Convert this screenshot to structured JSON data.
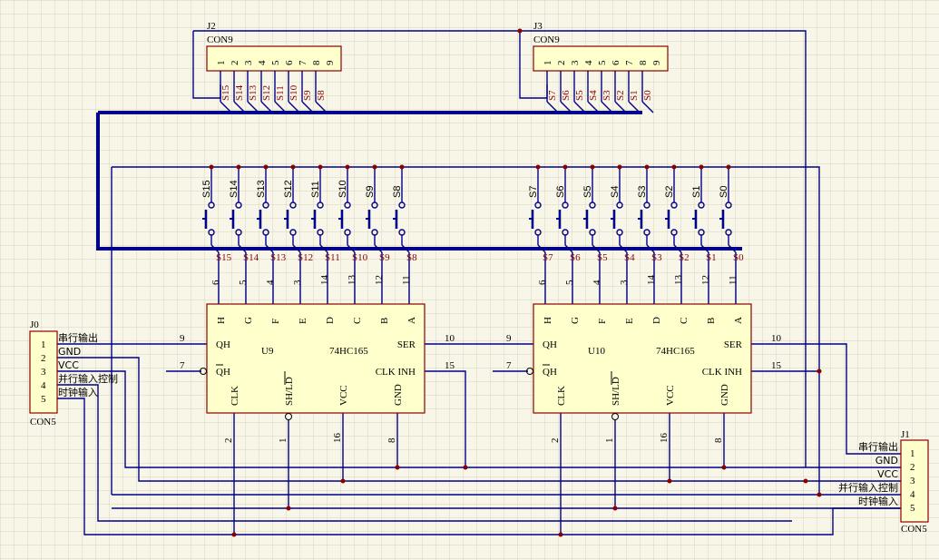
{
  "colors": {
    "background": "#f7f6e8",
    "grid": "#d8d5bd",
    "wire": "#00008b",
    "component_fill": "#ffffcc",
    "component_border": "#8b0000",
    "junction": "#8b0000"
  },
  "connectors": {
    "j2": {
      "ref": "J2",
      "type": "CON9",
      "pins": [
        "1",
        "2",
        "3",
        "4",
        "5",
        "6",
        "7",
        "8",
        "9"
      ],
      "nets": [
        "S15",
        "S14",
        "S13",
        "S12",
        "S11",
        "S10",
        "S9",
        "S8"
      ]
    },
    "j3": {
      "ref": "J3",
      "type": "CON9",
      "pins": [
        "1",
        "2",
        "3",
        "4",
        "5",
        "6",
        "7",
        "8",
        "9"
      ],
      "nets": [
        "S7",
        "S6",
        "S5",
        "S4",
        "S3",
        "S2",
        "S1",
        "S0"
      ]
    },
    "j0": {
      "ref": "J0",
      "type": "CON5",
      "pins": [
        "1",
        "2",
        "3",
        "4",
        "5"
      ],
      "signals": [
        "串行输出",
        "GND",
        "VCC",
        "并行输入控制",
        "时钟输入"
      ]
    },
    "j1": {
      "ref": "J1",
      "type": "CON5",
      "pins": [
        "1",
        "2",
        "3",
        "4",
        "5"
      ],
      "signals": [
        "串行输出",
        "GND",
        "VCC",
        "并行输入控制",
        "时钟输入"
      ]
    }
  },
  "switches": {
    "left": [
      "S15",
      "S14",
      "S13",
      "S12",
      "S11",
      "S10",
      "S9",
      "S8"
    ],
    "right": [
      "S7",
      "S6",
      "S5",
      "S4",
      "S3",
      "S2",
      "S1",
      "S0"
    ]
  },
  "chips": {
    "u9": {
      "ref": "U9",
      "part": "74HC165"
    },
    "u10": {
      "ref": "U10",
      "part": "74HC165"
    },
    "top_pins": [
      "H",
      "G",
      "F",
      "E",
      "D",
      "C",
      "B",
      "A"
    ],
    "top_pin_numbers": [
      "6",
      "5",
      "4",
      "3",
      "14",
      "13",
      "12",
      "11"
    ],
    "pin_labels": {
      "qh": "QH",
      "qh_bar": "QH",
      "ser": "SER",
      "clk_inh": "CLK INH",
      "clk": "CLK",
      "sh_ld": "SH/LD",
      "vcc": "VCC",
      "gnd": "GND"
    },
    "side_pin_numbers": {
      "qh": "9",
      "qh_bar": "7",
      "ser": "10",
      "clk_inh": "15",
      "clk": "2",
      "sh_ld": "1",
      "vcc": "16",
      "gnd": "8"
    }
  }
}
